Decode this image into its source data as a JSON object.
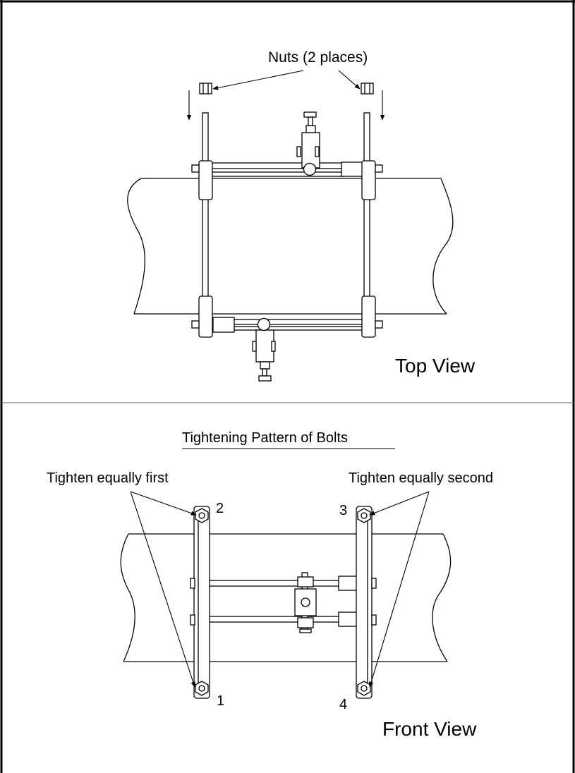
{
  "top": {
    "callout": "Nuts (2 places)",
    "view_label": "Top View"
  },
  "bottom": {
    "heading": "Tightening Pattern of Bolts",
    "left_callout": "Tighten equally first",
    "right_callout": "Tighten equally second",
    "bolt_1": "1",
    "bolt_2": "2",
    "bolt_3": "3",
    "bolt_4": "4",
    "view_label": "Front View"
  },
  "colors": {
    "line": "#000000",
    "divider": "#888888",
    "background": "#ffffff"
  }
}
